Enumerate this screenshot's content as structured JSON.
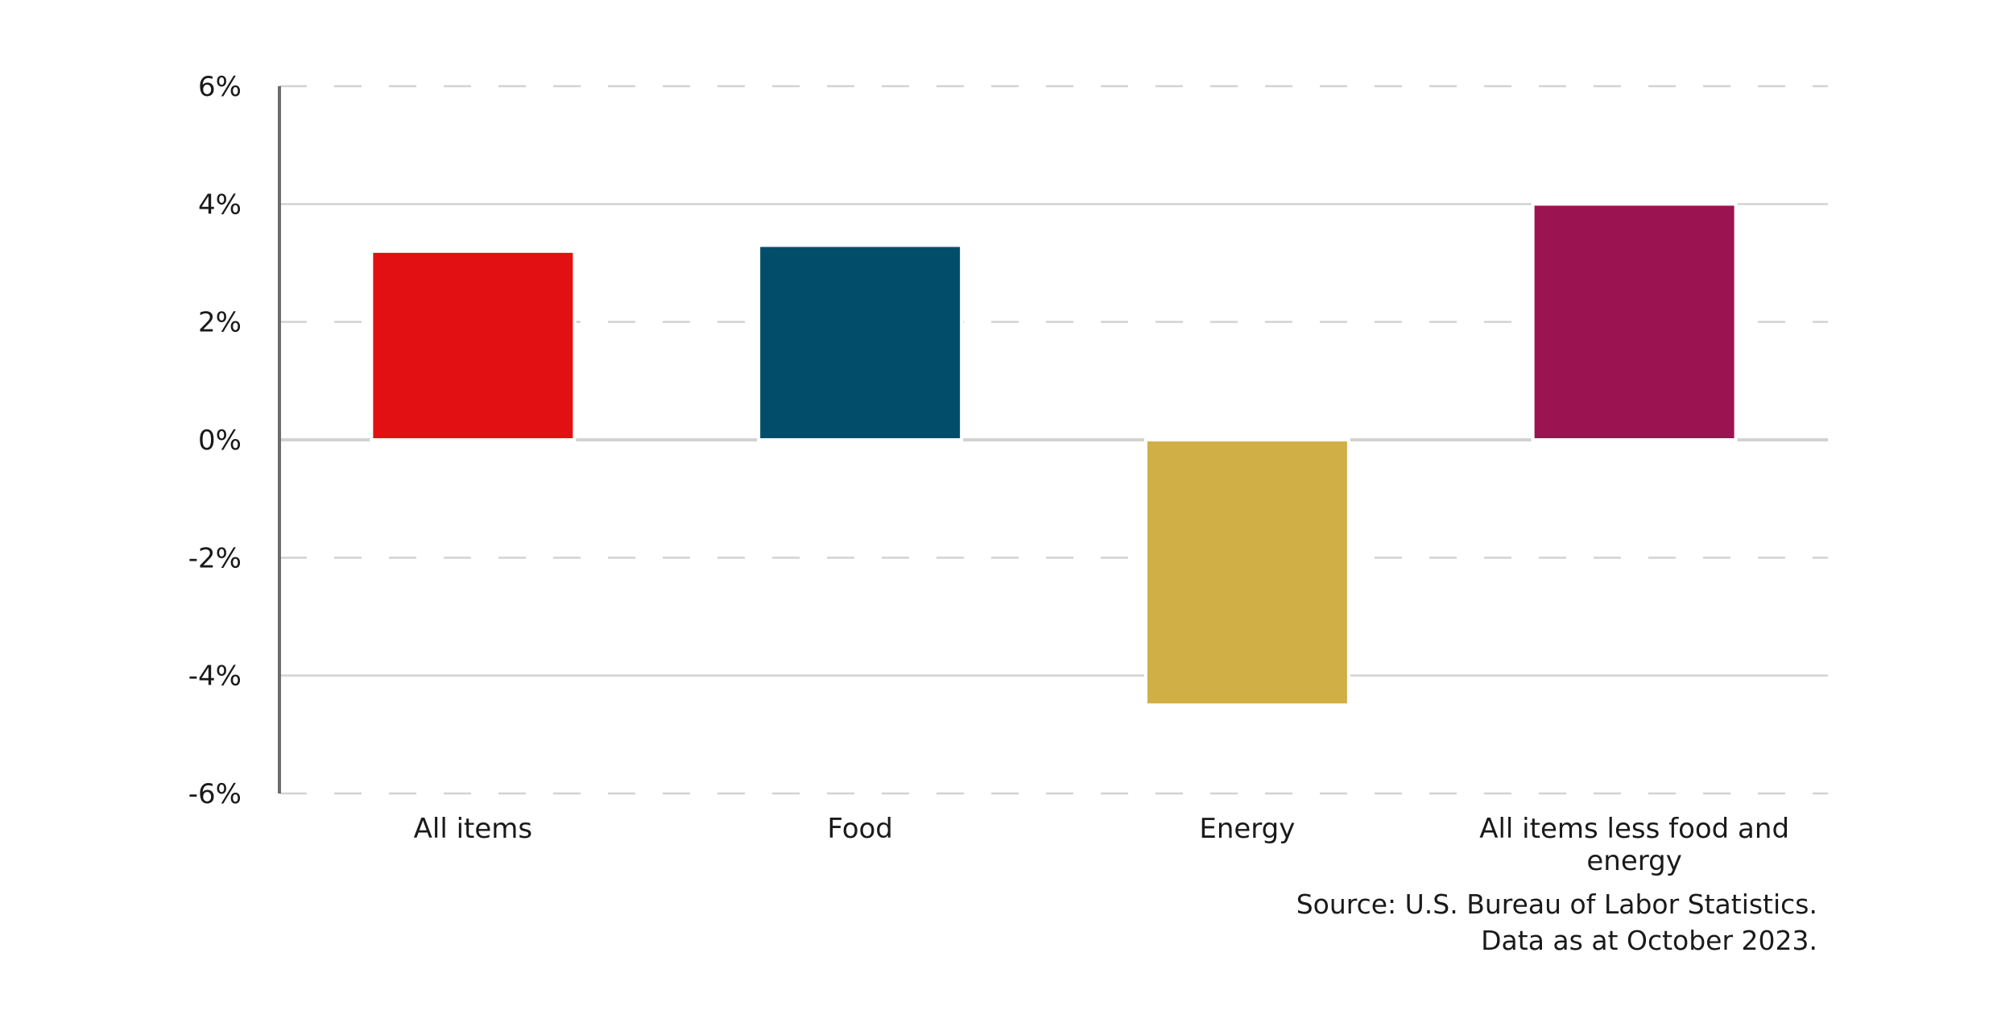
{
  "chart_data": {
    "type": "bar",
    "title": "",
    "xlabel": "",
    "ylabel": "",
    "categories": [
      "All items",
      "Food",
      "Energy",
      "All items less food and energy"
    ],
    "category_label_lines": [
      [
        "All items"
      ],
      [
        "Food"
      ],
      [
        "Energy"
      ],
      [
        "All items less food and",
        "energy"
      ]
    ],
    "values": [
      3.2,
      3.3,
      -4.5,
      4.0
    ],
    "colors": [
      "#e31013",
      "#024e6a",
      "#d0af47",
      "#9c1351"
    ],
    "ylim": [
      -6,
      6
    ],
    "yticks": [
      6,
      4,
      2,
      0,
      -2,
      -4,
      -6
    ],
    "ytick_labels": [
      "6%",
      "4%",
      "2%",
      "0%",
      "-2%",
      "-4%",
      "-6%"
    ],
    "grid": "horizontal (solid at ±4% and 0%, dashed at ±6% and ±2%)",
    "legend": "none"
  },
  "source": {
    "line1": "Source: U.S. Bureau of Labor Statistics.",
    "line2": "Data as at October 2023."
  }
}
